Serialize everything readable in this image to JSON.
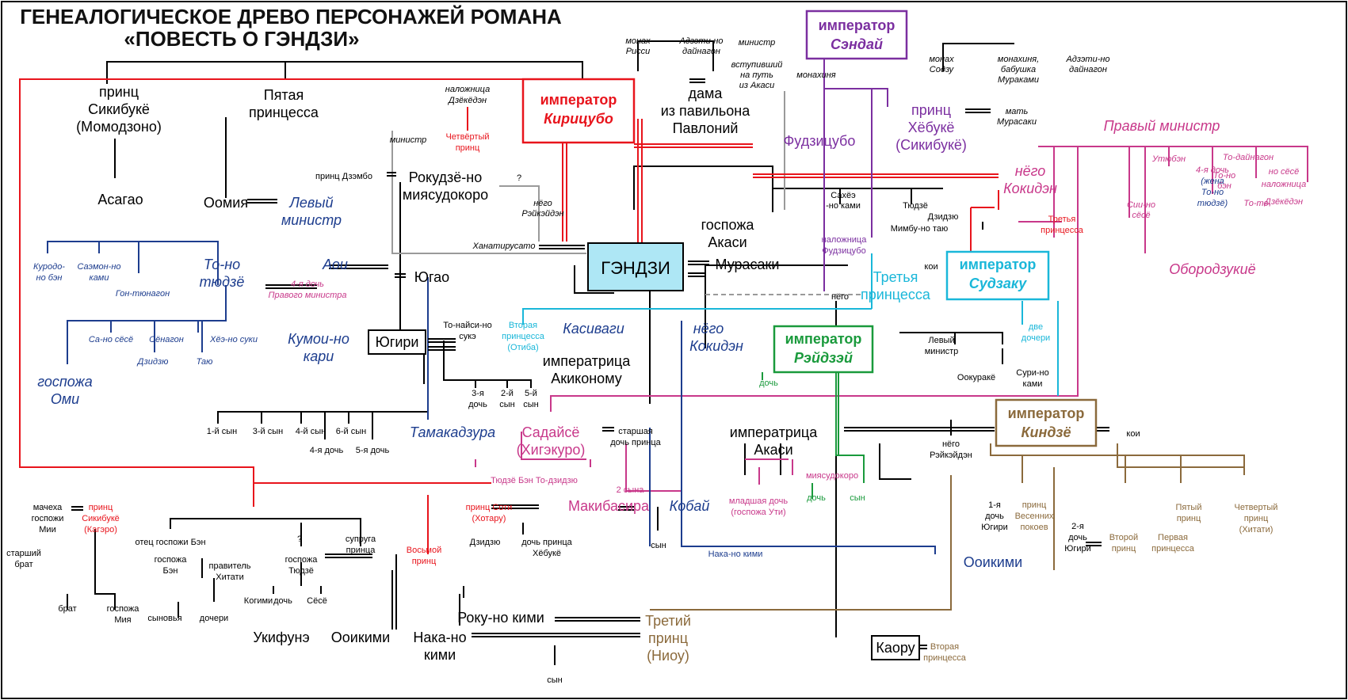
{
  "title": {
    "line1": "ГЕНЕАЛОГИЧЕСКОЕ ДРЕВО ПЕРСОНАЖЕЙ РОМАНА",
    "line2": "«ПОВЕСТЬ О ГЭНДЗИ»"
  },
  "colors": {
    "black": "#000000",
    "kiritsubo": "#e8141c",
    "sendai": "#7b2fa0",
    "suzaku": "#1ab7d9",
    "reizei": "#1a9a3c",
    "kinjo": "#8b6a3c",
    "minister": "#c8388a",
    "aoi": "#1d3d8e",
    "gray": "#9a9a9a"
  },
  "persons": {
    "genji": "ГЭНДЗИ",
    "kiritsubo_label": "император",
    "kiritsubo_name": "Кирицубо",
    "sendai_label": "император",
    "sendai_name": "Сэндай",
    "suzaku_label": "император",
    "suzaku_name": "Судзаку",
    "reizei_label": "император",
    "reizei_name": "Рэйдзэй",
    "kinjo_label": "император",
    "kinjo_name": "Киндзё",
    "yugiri": "Югири",
    "kaoru": "Каору",
    "prince_shikibukyo_l1": "принц",
    "prince_shikibukyo_l2": "Сикибукё",
    "prince_shikibukyo_l3": "(Момодзоно)",
    "fifth_princess_l1": "Пятая",
    "fifth_princess_l2": "принцесса",
    "asagao": "Асагао",
    "omiya": "Оомия",
    "left_minister_l1": "Левый",
    "left_minister_l2": "министр",
    "concubine_dzekyoden_l1": "наложница",
    "concubine_dzekyoden_l2": "Дзёкёдэн",
    "fourth_prince_l1": "Четвёртый",
    "fourth_prince_l2": "принц",
    "minister_small": "министр",
    "rokujo_l1": "Рокудзё-но",
    "rokujo_l2": "миясудокоро",
    "prince_dzembo": "принц Дзэмбо",
    "question1": "?",
    "nyogo_reikeiden_l1": "нёго",
    "nyogo_reikeiden_l2": "Рэйкэйдэн",
    "hanachirusato": "Ханатирусато",
    "monk_rissi_l1": "монах",
    "monk_rissi_l2": "Рисси",
    "adzechi_l1": "Адзэти-но",
    "adzechi_l2": "дайнагон",
    "minister_akashi_l1": "министр",
    "minister_akashi_l2": "вступивший",
    "minister_akashi_l3": "на путь",
    "minister_akashi_l4": "из Акаси",
    "nun_small": "монахиня",
    "lady_pavilion_l1": "дама",
    "lady_pavilion_l2": "из павильона",
    "lady_pavilion_l3": "Павлоний",
    "fujitsubo": "Фудзицубо",
    "lady_akashi_l1": "госпожа",
    "lady_akashi_l2": "Акаси",
    "murasaki": "Мурасаки",
    "monk_sodzu_l1": "монах",
    "monk_sodzu_l2": "Содзу",
    "nun_grandma_l1": "монахиня,",
    "nun_grandma_l2": "бабушка",
    "nun_grandma_l3": "Мураками",
    "adzechi2_l1": "Адзэти-но",
    "adzechi2_l2": "дайнагон",
    "prince_hyobukyo_l1": "принц",
    "prince_hyobukyo_l2": "Хёбукё",
    "prince_hyobukyo_l3": "(Сикибукё)",
    "mother_murasaki_l1": "мать",
    "mother_murasaki_l2": "Мурасаки",
    "right_minister": "Правый министр",
    "nyogo_kokiden_l1": "нёго",
    "nyogo_kokiden_l2": "Кокидэн",
    "third_princess_red_l1": "Третья",
    "third_princess_red_l2": "принцесса",
    "sahe_l1": "Сахёэ",
    "sahe_l2": "-но ками",
    "tyudze_small": "Тюдзё",
    "dzidzyu_small": "Дзидзю",
    "mimbu": "Мимбу-но таю",
    "utyuben": "Утюбэн",
    "sio_no_seso_l1": "Сии-но",
    "sio_no_seso_l2": "сёсё",
    "fourth_daughter_l1": "4-я дочь",
    "fourth_daughter_l2": "(жена",
    "fourth_daughter_l3": "То-но",
    "fourth_daughter_l4": "тюдзё)",
    "to_dainagon": "То-дайнагон",
    "to_no_ben_l1": "То-но",
    "to_no_ben_l2": "бэн",
    "to_to_l1": "То-то",
    "to_to_l2": "но сёсё",
    "oborodzukie": "Обородзукиё",
    "concubine_fujitsubo_l1": "наложница",
    "concubine_fujitsubo_l2": "Фудзицубо",
    "third_princess_l1": "Третья",
    "third_princess_l2": "принцесса",
    "koi_small": "кои",
    "concubine_dz2_l1": "наложница",
    "concubine_dz2_l2": "Дзёкёдэн",
    "nego_small": "нёго",
    "kurodo_l1": "Куродо-",
    "kurodo_l2": "но бэн",
    "saemon_l1": "Саэмон-но",
    "saemon_l2": "ками",
    "gon_tyunagon": "Гон-тюнагон",
    "to_no_tyudze_l1": "То-но",
    "to_no_tyudze_l2": "тюдзё",
    "aoi": "Аои",
    "fourth_right_l1": "4-я дочь",
    "fourth_right_l2": "Правого министра",
    "yugao": "Югао",
    "sa_no_seso": "Са-но сёсё",
    "shonagon": "Сёнагон",
    "heino_suki": "Хёэ-но суки",
    "dzidzyu2": "Дзидзю",
    "tayu": "Таю",
    "lady_omi_l1": "госпожа",
    "lady_omi_l2": "Оми",
    "kumoi_l1": "Кумои-но",
    "kumoi_l2": "кари",
    "tonaishi_l1": "То-найси-но",
    "tonaishi_l2": "сукэ",
    "second_princess_l1": "Вторая",
    "second_princess_l2": "принцесса",
    "second_princess_l3": "(Отиба)",
    "kashiwagi": "Касиваги",
    "nyogo_kokiden2_l1": "нёго",
    "nyogo_kokiden2_l2": "Кокидэн",
    "empress_akikonomu_l1": "императрица",
    "empress_akikonomu_l2": "Акиконому",
    "daughter_small": "дочь",
    "left_minister2_l1": "Левый",
    "left_minister2_l2": "министр",
    "ookurake": "Оокуракё",
    "suri_l1": "Сури-но",
    "suri_l2": "ками",
    "son3_l1": "3-я",
    "son3_l2": "дочь",
    "son2_l1": "2-й",
    "son2_l2": "сын",
    "son5_l1": "5-й",
    "son5_l2": "сын",
    "son_1": "1-й сын",
    "son_3": "3-й сын",
    "son_4": "4-й сын",
    "son_6": "6-й сын",
    "dau_4": "4-я дочь",
    "dau_5": "5-я дочь",
    "tamakadzura": "Тамакадзура",
    "sadaishe_l1": "Садайсё",
    "sadaishe_l2": "(Хигэкуро)",
    "older_daughter_l1": "старшая",
    "older_daughter_l2": "дочь принца",
    "empress_akashi_l1": "императрица",
    "empress_akashi_l2": "Акаси",
    "nego_reikeiden_l1": "нёго",
    "nego_reikeiden_l2": "Рэйкэйдэн",
    "two_daughters_l1": "две",
    "two_daughters_l2": "дочери",
    "tyudze_ben_todzidzyu": "Тюдзё   Бэн   То-дзидзю",
    "two_sons": "2 сына",
    "younger_daughter_l1": "младшая  дочь",
    "younger_daughter_l2": "(госпожа Ути)",
    "miyasudokoro": "миясудокоро",
    "daughter2": "дочь",
    "son_green": "сын",
    "stepmother_l1": "мачеха",
    "stepmother_l2": "госпожи",
    "stepmother_l3": "Мии",
    "older_brother_l1": "старший",
    "older_brother_l2": "брат",
    "prince_kagero_l1": "принц",
    "prince_kagero_l2": "Сикибукё",
    "prince_kagero_l3": "(Кагэро)",
    "brother": "брат",
    "lady_miya_l1": "госпожа",
    "lady_miya_l2": "Мия",
    "father_ben": "отец госпожи Бэн",
    "question2": "?",
    "wife_prince_l1": "супруга",
    "wife_prince_l2": "принца",
    "eighth_prince_l1": "Восьмой",
    "eighth_prince_l2": "принц",
    "lady_ben_l1": "госпожа",
    "lady_ben_l2": "Бэн",
    "governor_l1": "правитель",
    "governor_l2": "Хитати",
    "lady_tyudze_l1": "госпожа",
    "lady_tyudze_l2": "Тюдзё",
    "kogimi": "Когими",
    "daughter3": "дочь",
    "sesyo": "Сёсё",
    "sons": "сыновья",
    "daughters": "дочери",
    "ukifune": "Укифунэ",
    "ooikimi": "Ооикими",
    "naka_l1": "Нака-но",
    "naka_l2": "кими",
    "prince_soti_l1": "принц Соти",
    "prince_soti_l2": "(Хотару)",
    "dzidzyu3": "Дзидзю",
    "daughter_hyobukyo_l1": "дочь принца",
    "daughter_hyobukyo_l2": "Хёбукё",
    "makibashira": "Макибасира",
    "kobai": "Кобай",
    "son_blue": "сын",
    "naka_no_kimi_blue": "Нака-но кими",
    "roku_no_kimi": "Року-но кими",
    "third_prince_l1": "Третий",
    "third_prince_l2": "принц",
    "third_prince_l3": "(Ниоу)",
    "son_bottom": "сын",
    "second_princess_brown_l1": "Вторая",
    "second_princess_brown_l2": "принцесса",
    "first_dau_l1": "1-я",
    "first_dau_l2": "дочь",
    "first_dau_l3": "Югири",
    "prince_spring_l1": "принц",
    "prince_spring_l2": "Весенних",
    "prince_spring_l3": "покоев",
    "fifth_prince_l1": "Пятый",
    "fifth_prince_l2": "принц",
    "first_princess_l1": "Первая",
    "first_princess_l2": "принцесса",
    "fourth_prince2_l1": "Четвертый",
    "fourth_prince2_l2": "принц",
    "fourth_prince2_l3": "(Хитати)",
    "second_dau_l1": "2-я",
    "second_dau_l2": "дочь",
    "second_dau_l3": "Югири",
    "second_prince_l1": "Второй",
    "second_prince_l2": "принц",
    "ooikimi_blue": "Ооикими",
    "koi2": "кои"
  }
}
